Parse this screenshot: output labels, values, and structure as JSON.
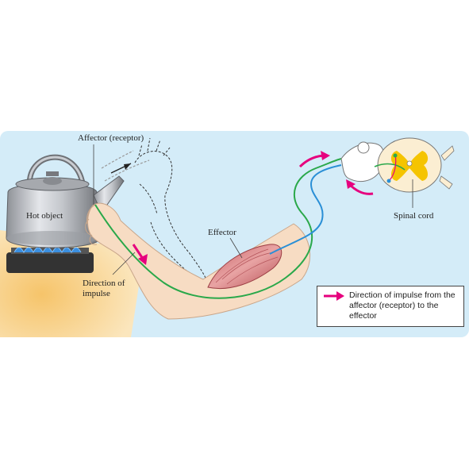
{
  "labels": {
    "affector": "Affector (receptor)",
    "hot_object": "Hot object",
    "effector": "Effector",
    "spinal_cord": "Spinal cord",
    "direction_line1": "Direction of",
    "direction_line2": "impulse"
  },
  "legend": {
    "text": "Direction of impulse from the affector (receptor) to the effector",
    "arrow_color": "#e6007e"
  },
  "colors": {
    "background_panel": "#d4ecf8",
    "sensory_nerve": "#2aa84a",
    "motor_nerve": "#2a8fd6",
    "impulse_arrow": "#e6007e",
    "grey_matter": "#f5c400",
    "skin": "#f7dcc3",
    "muscle": "#d9878a",
    "flame": "#3a8fe0"
  }
}
